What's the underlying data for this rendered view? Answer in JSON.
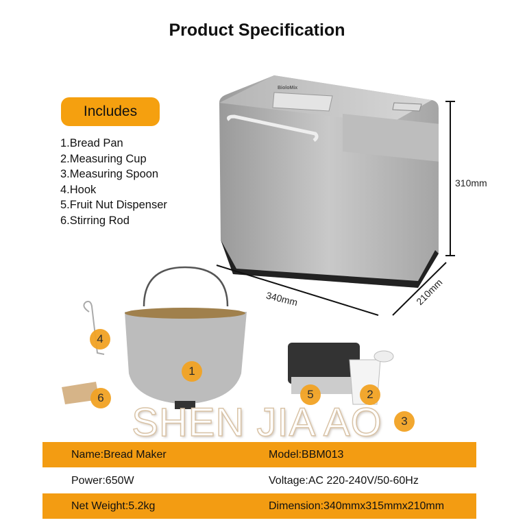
{
  "title": "Product Specification",
  "includes": {
    "label": "Includes",
    "items": [
      "1.Bread Pan",
      "2.Measuring Cup",
      "3.Measuring Spoon",
      "4.Hook",
      "5.Fruit Nut Dispenser",
      "6.Stirring Rod"
    ]
  },
  "product": {
    "brand": "BioloMix"
  },
  "dimensions": {
    "height": "310mm",
    "width": "340mm",
    "depth": "210mm"
  },
  "badges": [
    "1",
    "2",
    "3",
    "4",
    "5",
    "6"
  ],
  "watermark": "SHEN JIA AO",
  "specs": [
    {
      "left": "Name:Bread Maker",
      "right": "Model:BBM013"
    },
    {
      "left": "Power:650W",
      "right": "Voltage:AC 220-240V/50-60Hz"
    },
    {
      "left": "Net Weight:5.2kg",
      "right": "Dimension:340mmx315mmx210mm"
    }
  ],
  "colors": {
    "accent": "#f39c12"
  }
}
